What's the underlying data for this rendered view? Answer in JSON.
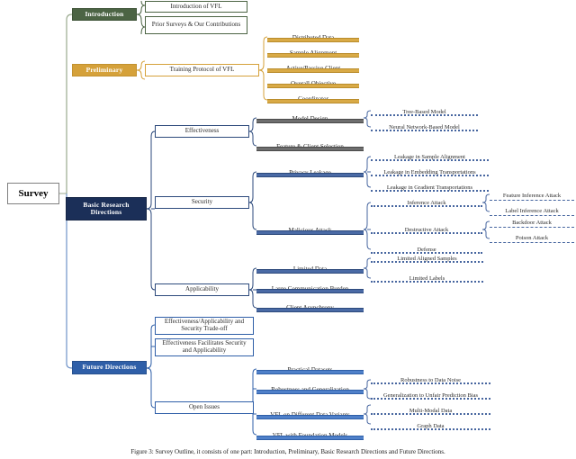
{
  "figure": {
    "root": "Survey",
    "caption": "Figure 3: Survey Outline, it consists of one part: Introduction, Preliminary, Basic Research Directions and Future Directions."
  },
  "colors": {
    "introduction": "#4c6444",
    "preliminary": "#d5a13a",
    "basic_research": "#1b2f58",
    "future": "#2f5fa8",
    "root_border": "#808080"
  },
  "branches": {
    "introduction": {
      "label": "Introduction",
      "children": [
        {
          "label": "Introduction of VFL"
        },
        {
          "label": "Prior Surveys & Our Contributions"
        }
      ]
    },
    "preliminary": {
      "label": "Preliminary",
      "children": [
        {
          "label": "Training Protocol of VFL",
          "children": [
            {
              "label": "Distributed Data"
            },
            {
              "label": "Sample Alignment"
            },
            {
              "label": "Active/Passive Client"
            },
            {
              "label": "Overall Objective"
            },
            {
              "label": "Coordinator"
            }
          ]
        }
      ]
    },
    "basic_research": {
      "label": "Basic Research Directions",
      "children": [
        {
          "label": "Effectiveness",
          "children": [
            {
              "label": "Model Design",
              "children": [
                {
                  "label": "Tree-Based Model"
                },
                {
                  "label": "Neural Network-Based Model"
                }
              ]
            },
            {
              "label": "Feature & Client Selection",
              "children": []
            }
          ]
        },
        {
          "label": "Security",
          "children": [
            {
              "label": "Privacy Leakage",
              "children": [
                {
                  "label": "Leakage in Sample Alignment"
                },
                {
                  "label": "Leakage in Embedding Transportations"
                },
                {
                  "label": "Leakage in Gradient Transportations"
                }
              ]
            },
            {
              "label": "Malicious Attack",
              "children": [
                {
                  "label": "Inference Attack",
                  "children": [
                    {
                      "label": "Feature Inference Attack"
                    },
                    {
                      "label": "Label Inference Attack"
                    }
                  ]
                },
                {
                  "label": "Destructive Attack",
                  "children": [
                    {
                      "label": "Backdoor Attack"
                    },
                    {
                      "label": "Poison Attack"
                    }
                  ]
                },
                {
                  "label": "Defense",
                  "children": []
                }
              ]
            }
          ]
        },
        {
          "label": "Applicability",
          "children": [
            {
              "label": "Limited Data",
              "children": [
                {
                  "label": "Limited Aligned Samples"
                },
                {
                  "label": "Limited Labels"
                }
              ]
            },
            {
              "label": "Large Communication Burden",
              "children": []
            },
            {
              "label": "Client Asynchrony",
              "children": []
            }
          ]
        }
      ]
    },
    "future": {
      "label": "Future Directions",
      "children": [
        {
          "label": "Effectiveness/Applicability and Security Trade-off"
        },
        {
          "label": "Effectiveness Facilitates Security and Applicability"
        },
        {
          "label": "Open Issues",
          "children": [
            {
              "label": "Practical Datasets",
              "children": []
            },
            {
              "label": "Robustness and Generalization",
              "children": [
                {
                  "label": "Robustness to Data Noise"
                },
                {
                  "label": "Generalization to Unfair Prediction Bias"
                }
              ]
            },
            {
              "label": "VFL on Different  Data Variants",
              "children": [
                {
                  "label": "Multi-Modal Data"
                },
                {
                  "label": "Graph Data"
                }
              ]
            },
            {
              "label": "VFL with Foundation Models",
              "children": []
            }
          ]
        }
      ]
    }
  }
}
